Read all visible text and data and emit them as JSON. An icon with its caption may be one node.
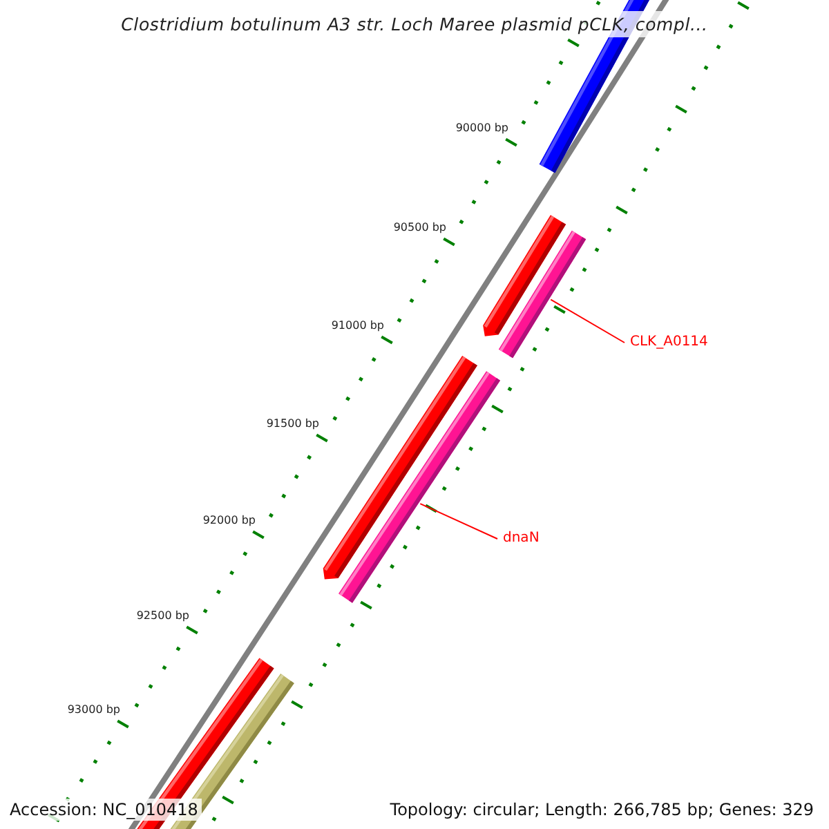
{
  "diagram": {
    "title": "Clostridium botulinum A3 str. Loch Maree plasmid pCLK, compl...",
    "nodes": [
      {
        "text": [
          "CLK_A0114"
        ]
      },
      {
        "text": [],
        "shape": "bar"
      },
      {
        "text": [
          "dnaN"
        ]
      },
      {
        "text": [],
        "shape": "bar"
      }
    ],
    "edges": [
      {
        "from": 0,
        "to": 1,
        "arrow": "none"
      },
      {
        "from": 2,
        "to": 3,
        "arrow": "none"
      }
    ],
    "labels": [
      "90000 bp",
      "90500 bp",
      "91000 bp",
      "91500 bp",
      "92000 bp",
      "92500 bp",
      "93000 bp",
      "Accession: NC_010418",
      "Topology: circular; Length: 266,785 bp; Genes: 329"
    ]
  }
}
